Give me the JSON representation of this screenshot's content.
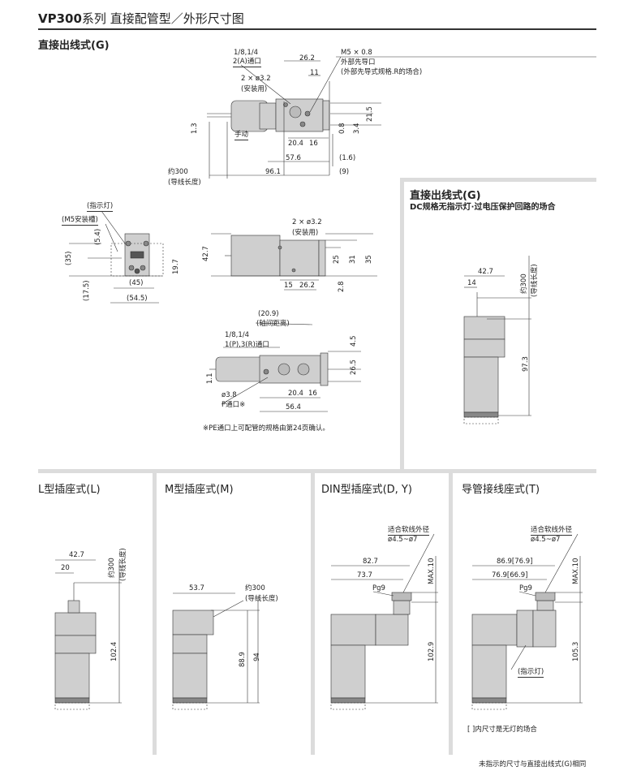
{
  "title": {
    "model": "VP300",
    "rest": "系列 直接配管型／外形尺寸图"
  },
  "main": {
    "heading": "直接出线式(G)",
    "top_view": {
      "port_size": "1/8,1/4",
      "port_a": "2(A)通口",
      "d26_2": "26.2",
      "d11": "11",
      "m5": "M5 × 0.8",
      "ext_pilot": "外部先导口",
      "ext_pilot_note": "(外部先导式规格.R的场合)",
      "holes": "2 × ø3.2",
      "holes_note": "(安装用)",
      "d1_3": "1.3",
      "manual": "手动",
      "d20_4": "20.4",
      "d16": "16",
      "d0_8": "0.8",
      "d3_4": "3.4",
      "d21_5": "21.5",
      "d57_6": "57.6",
      "d1_6": "(1.6)",
      "lead": "约300",
      "lead_note": "(导线长度)",
      "d96_1": "96.1",
      "d9": "(9)"
    },
    "end_view": {
      "indicator": "(指示灯)",
      "m5_groove": "(M5安装槽)",
      "d5_4": "(5.4)",
      "d35": "(35)",
      "d19_7": "19.7",
      "d17_5": "(17.5)",
      "d45": "(45)",
      "d54_5": "(54.5)"
    },
    "side_view": {
      "holes": "2 × ø3.2",
      "holes_note": "(安装用)",
      "d42_7": "42.7",
      "d25": "25",
      "d31": "31",
      "d35": "35",
      "d15": "15",
      "d26_2": "26.2",
      "d2_8": "2.8"
    },
    "bottom_view": {
      "d20_9": "(20.9)",
      "axis_note": "(轴间距离)",
      "port_size": "1/8,1/4",
      "ports": "1(P),3(R)通口",
      "d4_5": "4.5",
      "d26_5": "26.5",
      "d1_1": "1.1",
      "d20_4": "20.4",
      "d16": "16",
      "p_dia": "ø3.8",
      "p_port": "P通口※",
      "d56_4": "56.4"
    },
    "footnote": "※PE通口上可配管的规格由第24页确认。"
  },
  "right_panel": {
    "heading": "直接出线式(G)",
    "subheading": "DC规格无指示灯·过电压保护回路的场合",
    "d42_7": "42.7",
    "d14": "14",
    "lead": "约300",
    "lead_note": "(导线长度)",
    "d97_3": "97.3"
  },
  "panels": [
    {
      "heading": "L型插座式(L)",
      "d42_7": "42.7",
      "d20": "20",
      "lead": "约300",
      "lead_note": "(导线长度)",
      "d102_4": "102.4"
    },
    {
      "heading": "M型插座式(M)",
      "d53_7": "53.7",
      "lead": "约300",
      "lead_note": "(导线长度)",
      "d88_9": "88.9",
      "d94": "94"
    },
    {
      "heading": "DIN型插座式(D, Y)",
      "cable": "适合软线外径",
      "cable_dia": "ø4.5~ø7",
      "d82_7": "82.7",
      "d73_7": "73.7",
      "pg": "Pg9",
      "max": "MAX.10",
      "d102_9": "102.9"
    },
    {
      "heading": "导管接线座式(T)",
      "cable": "适合软线外径",
      "cable_dia": "ø4.5~ø7",
      "d86_9": "86.9[76.9]",
      "d76_9": "76.9[66.9]",
      "pg": "Pg9",
      "max": "MAX.10",
      "d105_3": "105.3",
      "indicator": "(指示灯)",
      "bracket_note": "[  ]内尺寸是无灯的场合"
    }
  ],
  "bottom_note": "未指示的尺寸与直接出线式(G)相同",
  "colors": {
    "body": "#cfcfcf",
    "frame": "#d9d9d9",
    "line": "#333333"
  }
}
